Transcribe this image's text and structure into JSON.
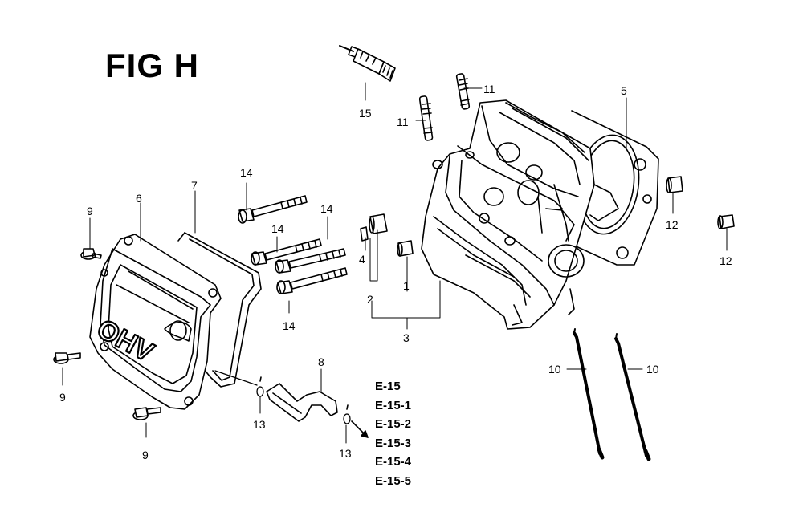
{
  "figure": {
    "title": "FIG H",
    "logo_text": "OHV"
  },
  "callouts": [
    {
      "id": "c15",
      "text": "15"
    },
    {
      "id": "c11a",
      "text": "11"
    },
    {
      "id": "c11b",
      "text": "11"
    },
    {
      "id": "c5",
      "text": "5"
    },
    {
      "id": "c14a",
      "text": "14"
    },
    {
      "id": "c14b",
      "text": "14"
    },
    {
      "id": "c14c",
      "text": "14"
    },
    {
      "id": "c14d",
      "text": "14"
    },
    {
      "id": "c9a",
      "text": "9"
    },
    {
      "id": "c6",
      "text": "6"
    },
    {
      "id": "c7",
      "text": "7"
    },
    {
      "id": "c4",
      "text": "4"
    },
    {
      "id": "c2",
      "text": "2"
    },
    {
      "id": "c1",
      "text": "1"
    },
    {
      "id": "c3",
      "text": "3"
    },
    {
      "id": "c12a",
      "text": "12"
    },
    {
      "id": "c12b",
      "text": "12"
    },
    {
      "id": "c10a",
      "text": "10"
    },
    {
      "id": "c10b",
      "text": "10"
    },
    {
      "id": "c9b",
      "text": "9"
    },
    {
      "id": "c9c",
      "text": "9"
    },
    {
      "id": "c8",
      "text": "8"
    },
    {
      "id": "c13a",
      "text": "13"
    },
    {
      "id": "c13b",
      "text": "13"
    }
  ],
  "references": [
    "E-15",
    "E-15-1",
    "E-15-2",
    "E-15-3",
    "E-15-4",
    "E-15-5"
  ],
  "colors": {
    "ink": "#000000",
    "background": "#ffffff"
  }
}
